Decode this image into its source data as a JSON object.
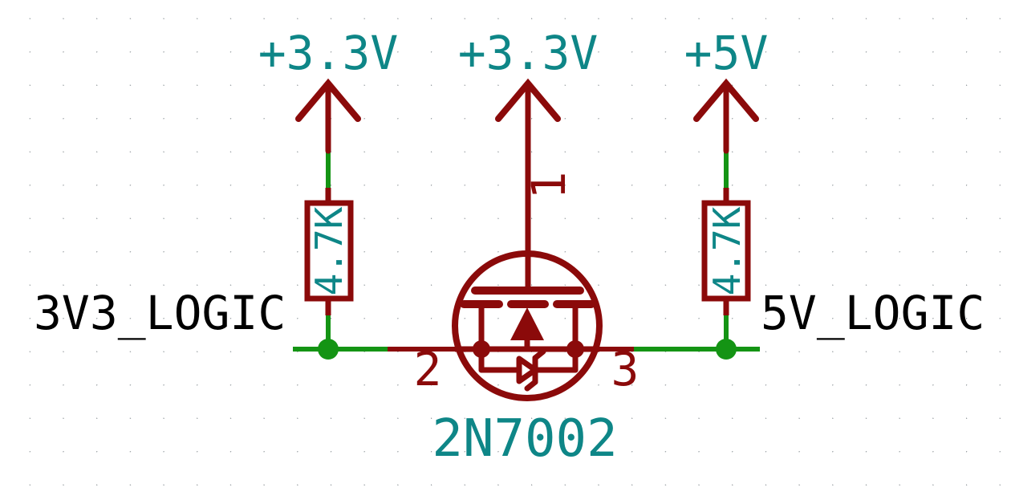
{
  "colors": {
    "symbol_outline": "#8B0A0A",
    "wire": "#149414",
    "field_text": "#0E8687",
    "net_label_text": "#000000",
    "background": "#FFFFFF",
    "grid_dot": "#9AA0A4"
  },
  "power_symbols": [
    {
      "label": "+3.3V"
    },
    {
      "label": "+3.3V"
    },
    {
      "label": "+5V"
    }
  ],
  "net_labels": {
    "left": "3V3_LOGIC",
    "right": "5V_LOGIC"
  },
  "resistors": [
    {
      "value": "4.7K"
    },
    {
      "value": "4.7K"
    }
  ],
  "mosfet": {
    "value": "2N7002",
    "pin_numbers": {
      "gate": "1",
      "source": "2",
      "drain": "3"
    }
  }
}
